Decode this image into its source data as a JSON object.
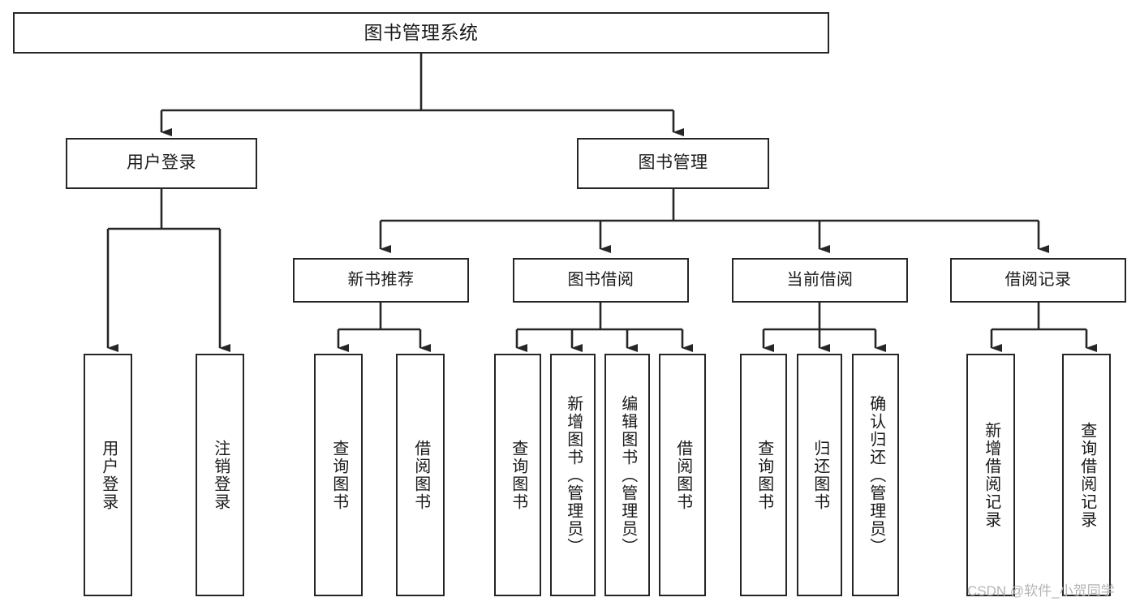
{
  "diagram": {
    "title": "图书管理系统",
    "type": "tree",
    "orientation": "top-down",
    "colors": {
      "background": "#ffffff",
      "box_border": "#262626",
      "box_fill": "#ffffff",
      "connector": "#262626",
      "text": "#1a1a1a",
      "watermark": "#b4b4b4"
    },
    "root": {
      "label": "图书管理系统"
    },
    "tier2": [
      {
        "label": "用户登录"
      },
      {
        "label": "图书管理"
      }
    ],
    "tier3": [
      {
        "label": "新书推荐"
      },
      {
        "label": "图书借阅"
      },
      {
        "label": "当前借阅"
      },
      {
        "label": "借阅记录"
      }
    ],
    "leaves": {
      "user_login": [
        {
          "label": "用户登录"
        },
        {
          "label": "注销登录"
        }
      ],
      "new_book_recommend": [
        {
          "label": "查询图书"
        },
        {
          "label": "借阅图书"
        }
      ],
      "book_borrow": [
        {
          "label": "查询图书"
        },
        {
          "label": "新增图书（管理员）"
        },
        {
          "label": "编辑图书（管理员）"
        },
        {
          "label": "借阅图书"
        }
      ],
      "current_borrow": [
        {
          "label": "查询图书"
        },
        {
          "label": "归还图书"
        },
        {
          "label": "确认归还（管理员）"
        }
      ],
      "borrow_record": [
        {
          "label": "新增借阅记录"
        },
        {
          "label": "查询借阅记录"
        }
      ]
    }
  },
  "watermark": {
    "text": "CSDN @软件_小贺同学"
  }
}
